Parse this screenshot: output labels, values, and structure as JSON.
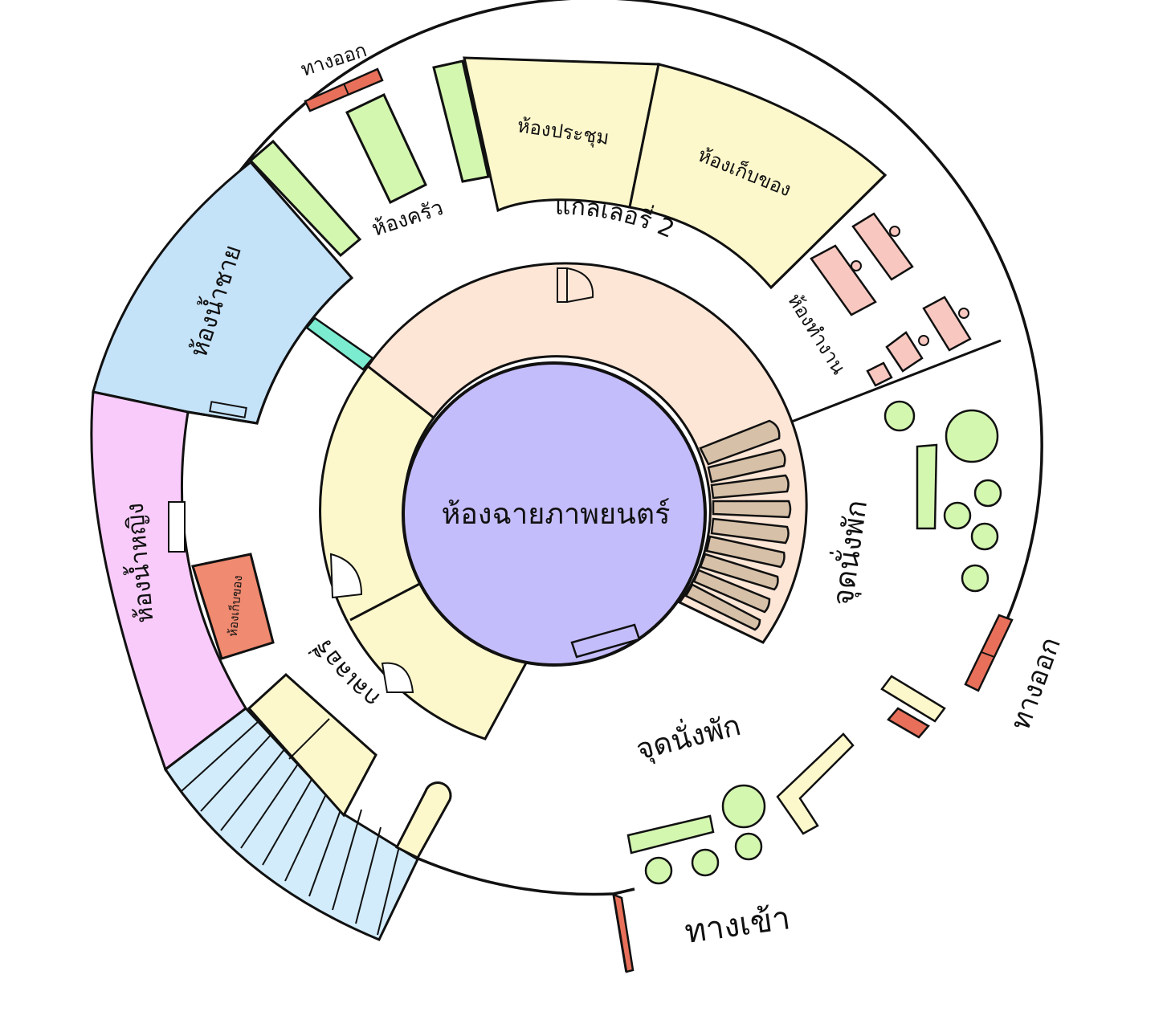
{
  "labels": {
    "cinema": "ห้องฉายภาพยนตร์",
    "gallery_1": "แกลเลอรี่ 1",
    "gallery_2": "แกลเลอรี่ 2",
    "meeting_room": "ห้องประชุม",
    "storage_room": "ห้องเก็บของ",
    "storage_small": "ห้องเก็บของ",
    "kitchen": "ห้องครัว",
    "mens_restroom": "ห้องน้ำชาย",
    "womens_restroom": "ห้องน้ำหญิง",
    "office": "ห้องทำงาน",
    "lounge_east": "จุดนั่งพัก",
    "lounge_south": "จุดนั่งพัก",
    "exit_top": "ทางออก",
    "exit_right": "ทางออก",
    "entrance": "ทางเข้า"
  },
  "colors": {
    "cinema": "#c4bdfb",
    "cinema_ring": "#fde6d6",
    "gallery": "#fdf8cc",
    "mens_restroom": "#c4e2f8",
    "womens_restroom": "#f9cbfb",
    "office_desk": "#f8c8c0",
    "greenery": "#d4f7b0",
    "exit_door": "#e8705a",
    "storage_small": "#f08a70",
    "seats": "#d6c0a8",
    "stair": "#d2ecfb",
    "aqua": "#7cecd0"
  },
  "icons": {
    "doors": "door-swing-icon",
    "plants": "planter-circle-icon",
    "seats": "cinema-seat-row-icon",
    "stairs": "staircase-icon"
  }
}
